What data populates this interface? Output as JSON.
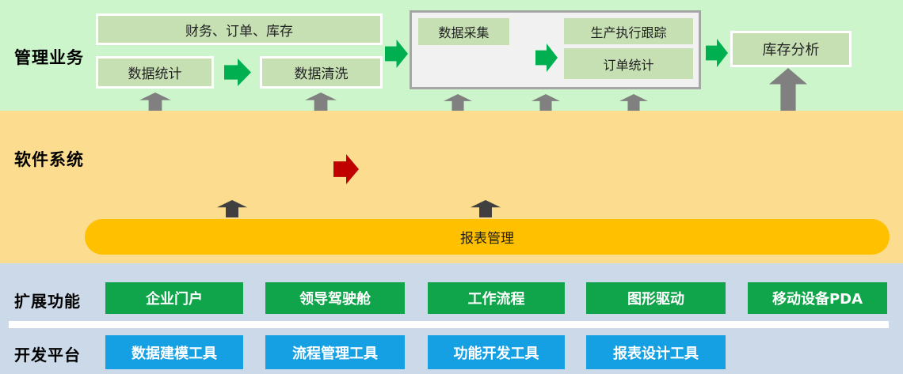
{
  "colors": {
    "management_bg": "#ccf5cc",
    "software_bg": "#fcdc8e",
    "bottom_bg": "#ccd9e8",
    "box_fill": "#c6e0b4",
    "box_border": "#ffffff",
    "group_fill": "#f1f1f1",
    "group_border": "#a6a6a6",
    "flow_arrow_green": "#00b050",
    "up_arrow_gray": "#808080",
    "up_arrow_dark": "#404040",
    "flow_arrow_red": "#c00000",
    "report_bar_fill": "#ffc000",
    "green_button": "#10a54a",
    "blue_button": "#14a0e3",
    "white_band": "#ffffff"
  },
  "management": {
    "label": "管理业务",
    "boxes": {
      "finance": "财务、订单、库存",
      "stats": "数据统计",
      "clean": "数据清洗",
      "collect": "数据采集",
      "track": "生产执行跟踪",
      "orders": "订单统计",
      "inventory": "库存分析"
    }
  },
  "software": {
    "label": "软件系统",
    "report_bar_label": "报表管理"
  },
  "extensions": {
    "label": "扩展功能",
    "buttons": [
      {
        "label": "企业门户"
      },
      {
        "label": "领导驾驶舱"
      },
      {
        "label": "工作流程"
      },
      {
        "label": "图形驱动"
      },
      {
        "label": "移动设备PDA"
      }
    ]
  },
  "platform": {
    "label": "开发平台",
    "buttons": [
      {
        "label": "数据建模工具"
      },
      {
        "label": "流程管理工具"
      },
      {
        "label": "功能开发工具"
      },
      {
        "label": "报表设计工具"
      }
    ]
  }
}
